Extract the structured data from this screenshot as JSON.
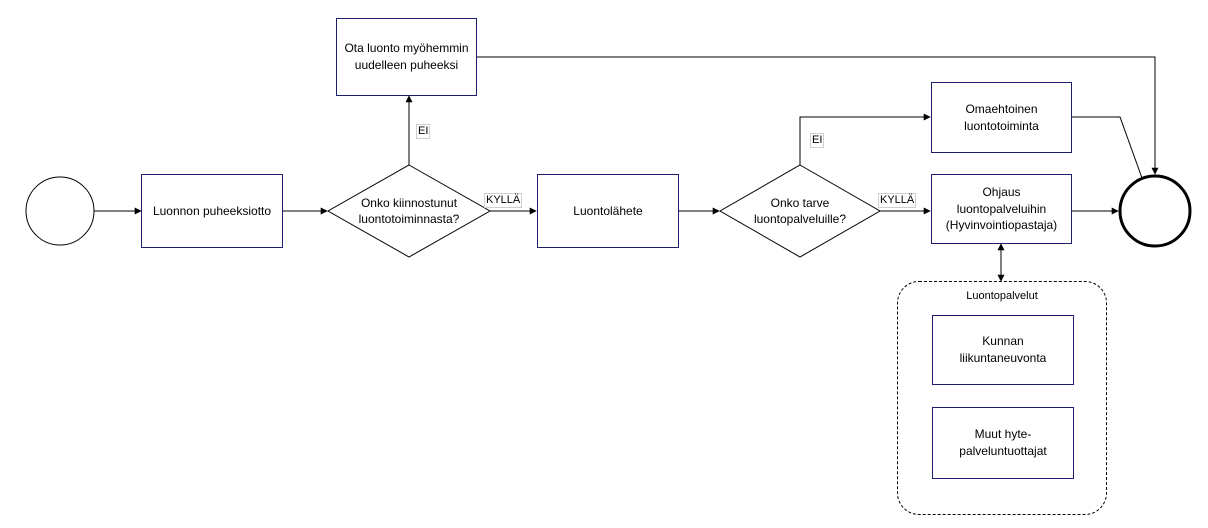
{
  "nodes": {
    "n1": "Luonnon puheeksiotto",
    "d1": "Onko kiinnostunut\nluontotoiminnasta?",
    "n_later": "Ota luonto myöhemmin\nuudelleen puheeksi",
    "n2": "Luontolähete",
    "d2": "Onko tarve\nluontopalveluille?",
    "n_self": "Omaehtoinen\nluontotoiminta",
    "n_guide": "Ohjaus\nluontopalveluihin\n(Hyvinvointiopastaja)",
    "group_title": "Luontopalvelut",
    "g1": "Kunnan\nliikuntaneuvonta",
    "g2": "Muut hyte-\npalveluntuottajat"
  },
  "edges": {
    "d1_yes": "KYLLÄ",
    "d1_no": "EI",
    "d2_yes": "KYLLÄ",
    "d2_no": "EI"
  },
  "colors": {
    "box_border": "#1e1e6e",
    "line": "#000000"
  }
}
